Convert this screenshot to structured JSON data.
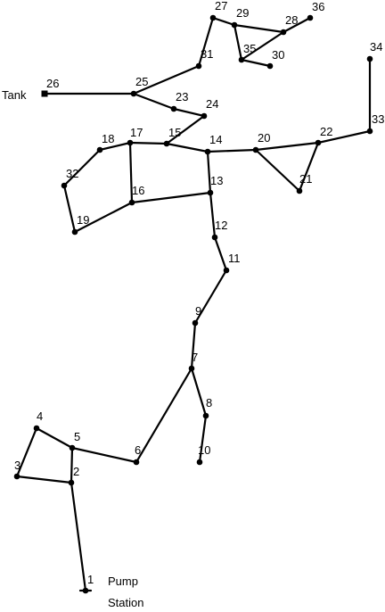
{
  "nodes": [
    {
      "id": "1",
      "label": "1"
    },
    {
      "id": "2",
      "label": "2"
    },
    {
      "id": "3",
      "label": "3"
    },
    {
      "id": "4",
      "label": "4"
    },
    {
      "id": "5",
      "label": "5"
    },
    {
      "id": "6",
      "label": "6"
    },
    {
      "id": "7",
      "label": "7"
    },
    {
      "id": "8",
      "label": "8"
    },
    {
      "id": "9",
      "label": "9"
    },
    {
      "id": "10",
      "label": "10"
    },
    {
      "id": "11",
      "label": "11"
    },
    {
      "id": "12",
      "label": "12"
    },
    {
      "id": "13",
      "label": "13"
    },
    {
      "id": "14",
      "label": "14"
    },
    {
      "id": "15",
      "label": "15"
    },
    {
      "id": "16",
      "label": "16"
    },
    {
      "id": "17",
      "label": "17"
    },
    {
      "id": "18",
      "label": "18"
    },
    {
      "id": "19",
      "label": "19"
    },
    {
      "id": "20",
      "label": "20"
    },
    {
      "id": "21",
      "label": "21"
    },
    {
      "id": "22",
      "label": "22"
    },
    {
      "id": "23",
      "label": "23"
    },
    {
      "id": "24",
      "label": "24"
    },
    {
      "id": "25",
      "label": "25"
    },
    {
      "id": "26",
      "label": "26"
    },
    {
      "id": "27",
      "label": "27"
    },
    {
      "id": "28",
      "label": "28"
    },
    {
      "id": "29",
      "label": "29"
    },
    {
      "id": "30",
      "label": "30"
    },
    {
      "id": "31",
      "label": "31"
    },
    {
      "id": "32",
      "label": "32"
    },
    {
      "id": "33",
      "label": "33"
    },
    {
      "id": "34",
      "label": "34"
    },
    {
      "id": "35",
      "label": "35"
    },
    {
      "id": "36",
      "label": "36"
    }
  ],
  "links": [
    [
      "1",
      "2"
    ],
    [
      "2",
      "3"
    ],
    [
      "3",
      "4"
    ],
    [
      "4",
      "5"
    ],
    [
      "2",
      "5"
    ],
    [
      "5",
      "6"
    ],
    [
      "6",
      "7"
    ],
    [
      "7",
      "8"
    ],
    [
      "8",
      "10"
    ],
    [
      "7",
      "9"
    ],
    [
      "9",
      "11"
    ],
    [
      "11",
      "12"
    ],
    [
      "12",
      "13"
    ],
    [
      "13",
      "14"
    ],
    [
      "13",
      "16"
    ],
    [
      "16",
      "17"
    ],
    [
      "16",
      "19"
    ],
    [
      "19",
      "32"
    ],
    [
      "32",
      "18"
    ],
    [
      "18",
      "17"
    ],
    [
      "17",
      "15"
    ],
    [
      "15",
      "14"
    ],
    [
      "15",
      "24"
    ],
    [
      "24",
      "23"
    ],
    [
      "23",
      "25"
    ],
    [
      "25",
      "26"
    ],
    [
      "25",
      "31"
    ],
    [
      "31",
      "27"
    ],
    [
      "27",
      "29"
    ],
    [
      "29",
      "28"
    ],
    [
      "28",
      "36"
    ],
    [
      "28",
      "35"
    ],
    [
      "29",
      "35"
    ],
    [
      "35",
      "30"
    ],
    [
      "14",
      "20"
    ],
    [
      "20",
      "21"
    ],
    [
      "21",
      "22"
    ],
    [
      "20",
      "22"
    ],
    [
      "22",
      "33"
    ],
    [
      "33",
      "34"
    ]
  ],
  "annotations": {
    "tank": "Tank",
    "pump_line1": "Pump",
    "pump_line2": "Station"
  }
}
